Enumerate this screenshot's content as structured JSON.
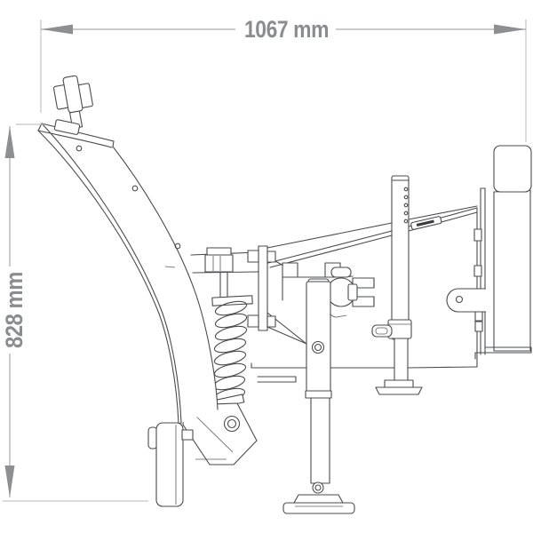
{
  "title": "Technical side-view line drawing of plow attachment",
  "dimensions": {
    "width_label": "1067 mm",
    "height_label": "828 mm"
  },
  "colors": {
    "background": "#ffffff",
    "drawing_line": "#4a4b4d",
    "dimension_line": "#a9abad",
    "dimension_text": "#8a8c8f",
    "dimension_arrow": "#8d8f92"
  }
}
